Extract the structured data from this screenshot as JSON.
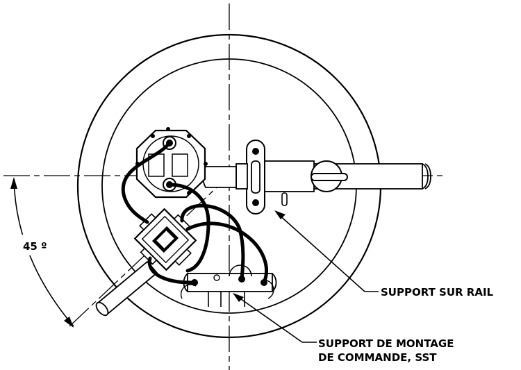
{
  "figure": {
    "angle_label": "45 º",
    "callout_rail": "SUPPORT SUR RAIL",
    "callout_mount_line1": "SUPPORT DE MONTAGE",
    "callout_mount_line2": "DE COMMANDE, SST"
  },
  "colors": {
    "ink": "#000000",
    "background": "#ffffff"
  }
}
